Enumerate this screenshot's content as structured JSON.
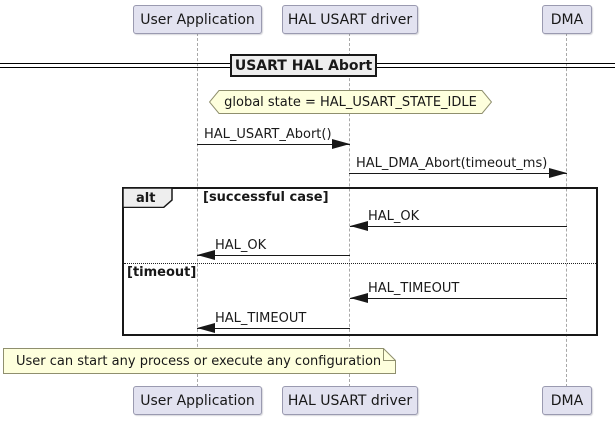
{
  "diagram_title": "USART HAL Abort",
  "participants": {
    "user_app": "User Application",
    "hal_usart": "HAL USART driver",
    "dma": "DMA"
  },
  "state_note": "global state = HAL_USART_STATE_IDLE",
  "messages": {
    "usart_abort": "HAL_USART_Abort()",
    "dma_abort": "HAL_DMA_Abort(timeout_ms)",
    "hal_ok_to_driver": "HAL_OK",
    "hal_ok_to_user": "HAL_OK",
    "hal_timeout_to_driver": "HAL_TIMEOUT",
    "hal_timeout_to_user": "HAL_TIMEOUT"
  },
  "alt_frame": {
    "keyword": "alt",
    "success_guard": "[successful case]",
    "timeout_guard": "[timeout]"
  },
  "footer_note": "User can start any process or execute any configuration",
  "colors": {
    "participant_fill": "#E2E2F0",
    "participant_border": "#9A9AB0",
    "note_fill": "#FEFFDD",
    "note_border": "#8F8F6E",
    "frame_label_fill": "#EEEEEE",
    "line_color": "#181818",
    "lifeline_color": "#A8A8A8"
  }
}
